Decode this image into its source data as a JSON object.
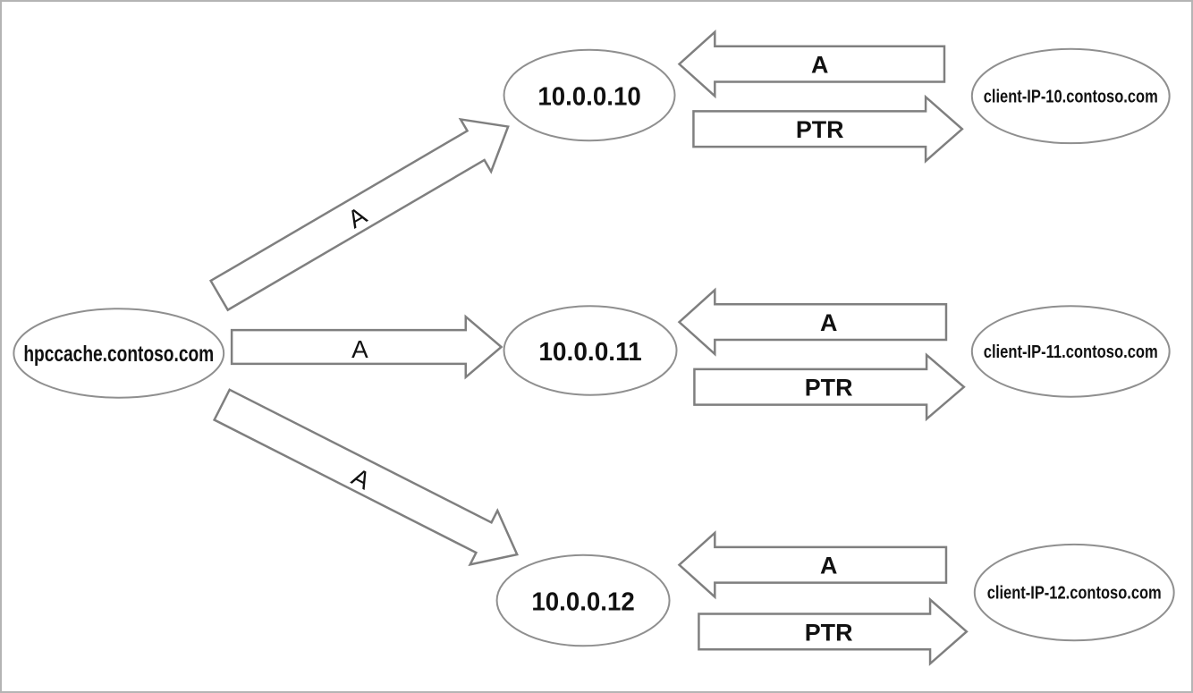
{
  "canvas": {
    "background": "#ffffff",
    "border_color": "#b4b4b4"
  },
  "colors": {
    "node_stroke": "#8f8f8f",
    "arrow_stroke": "#7f7f7f",
    "arrow_fill": "#ffffff",
    "label_text": "#111111"
  },
  "source_node": {
    "label": "hpccache.contoso.com"
  },
  "source_arrows": [
    {
      "label": "A",
      "direction": "up-right"
    },
    {
      "label": "A",
      "direction": "right"
    },
    {
      "label": "A",
      "direction": "down-right"
    }
  ],
  "rows": [
    {
      "ip_label": "10.0.0.10",
      "client_label": "client-IP-10.contoso.com",
      "a_label": "A",
      "a_direction": "left",
      "ptr_label": "PTR",
      "ptr_direction": "right"
    },
    {
      "ip_label": "10.0.0.11",
      "client_label": "client-IP-11.contoso.com",
      "a_label": "A",
      "a_direction": "left",
      "ptr_label": "PTR",
      "ptr_direction": "right"
    },
    {
      "ip_label": "10.0.0.12",
      "client_label": "client-IP-12.contoso.com",
      "a_label": "A",
      "a_direction": "left",
      "ptr_label": "PTR",
      "ptr_direction": "right"
    }
  ]
}
